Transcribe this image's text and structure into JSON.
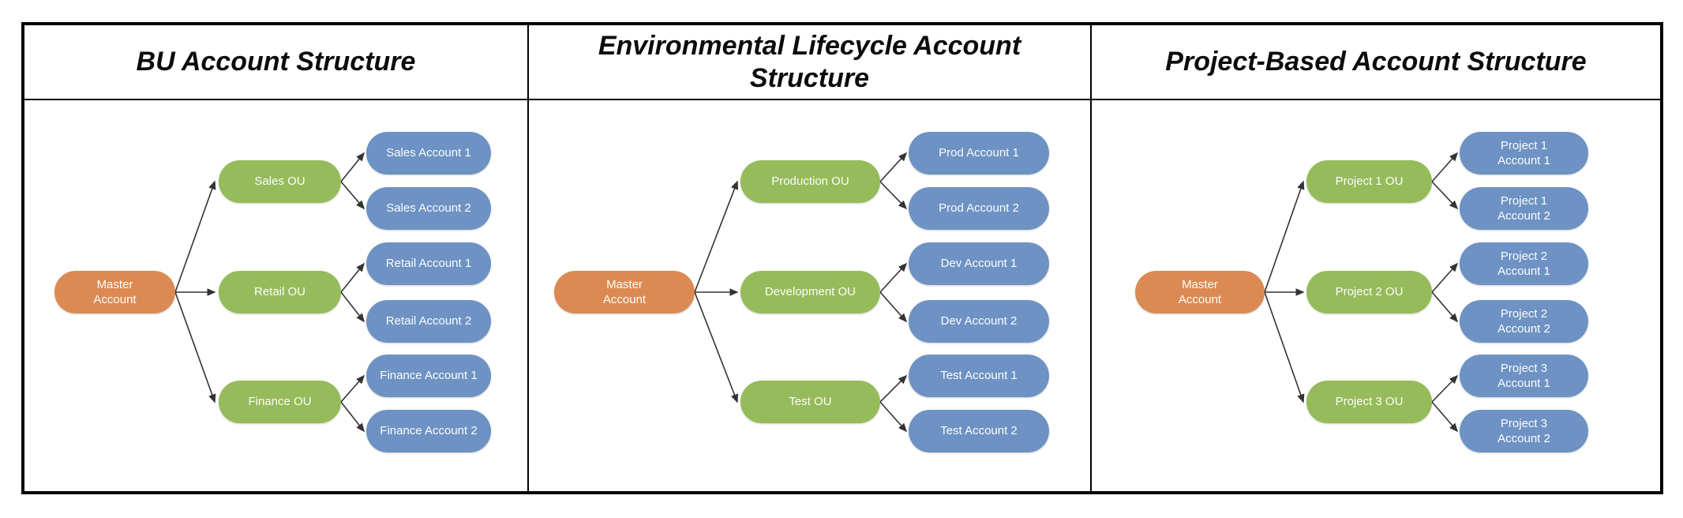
{
  "colors": {
    "master_node": "#DC8A53",
    "ou_node": "#96BB5A",
    "account_node": "#6D92C3",
    "node_text": "#FDFDFD",
    "edge": "#333333",
    "table_border": "#000000",
    "title_text": "#0C0C0C"
  },
  "columns": [
    {
      "title": "BU Account Structure",
      "master": "Master\nAccount",
      "ous": [
        {
          "label": "Sales OU",
          "accounts": [
            "Sales Account 1",
            "Sales Account 2"
          ]
        },
        {
          "label": "Retail OU",
          "accounts": [
            "Retail Account 1",
            "Retail Account 2"
          ]
        },
        {
          "label": "Finance OU",
          "accounts": [
            "Finance Account 1",
            "Finance Account 2"
          ]
        }
      ]
    },
    {
      "title": "Environmental Lifecycle Account Structure",
      "master": "Master\nAccount",
      "ous": [
        {
          "label": "Production OU",
          "accounts": [
            "Prod Account 1",
            "Prod Account 2"
          ]
        },
        {
          "label": "Development OU",
          "accounts": [
            "Dev Account 1",
            "Dev Account 2"
          ]
        },
        {
          "label": "Test OU",
          "accounts": [
            "Test Account 1",
            "Test Account 2"
          ]
        }
      ]
    },
    {
      "title": "Project-Based Account Structure",
      "master": "Master\nAccount",
      "ous": [
        {
          "label": "Project 1 OU",
          "accounts": [
            "Project 1\nAccount 1",
            "Project 1\nAccount 2"
          ]
        },
        {
          "label": "Project 2 OU",
          "accounts": [
            "Project 2\nAccount 1",
            "Project 2\nAccount 2"
          ]
        },
        {
          "label": "Project 3 OU",
          "accounts": [
            "Project 3\nAccount 1",
            "Project 3\nAccount 2"
          ]
        }
      ]
    }
  ]
}
